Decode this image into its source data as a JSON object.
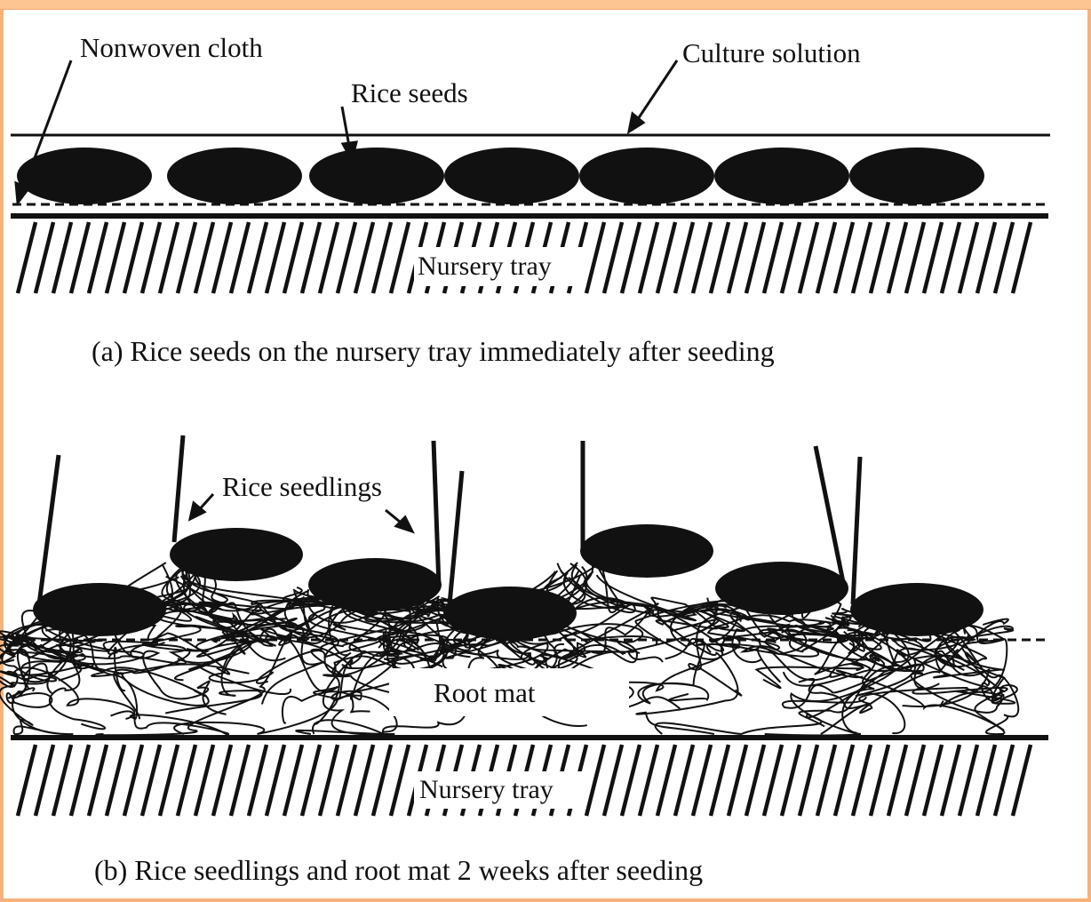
{
  "colors": {
    "frame": "#f5b27c",
    "topbar": "#fcc592",
    "ink": "#111111"
  },
  "panel_a": {
    "labels": {
      "nonwoven_cloth": "Nonwoven cloth",
      "rice_seeds": "Rice seeds",
      "culture_solution": "Culture solution",
      "nursery_tray": "Nursery tray"
    },
    "caption": "(a) Rice seeds on the nursery tray immediately after seeding"
  },
  "panel_b": {
    "labels": {
      "rice_seedlings": "Rice seedlings",
      "root_mat": "Root mat",
      "nursery_tray": "Nursery tray"
    },
    "caption": "(b) Rice seedlings and root mat 2 weeks after seeding"
  }
}
